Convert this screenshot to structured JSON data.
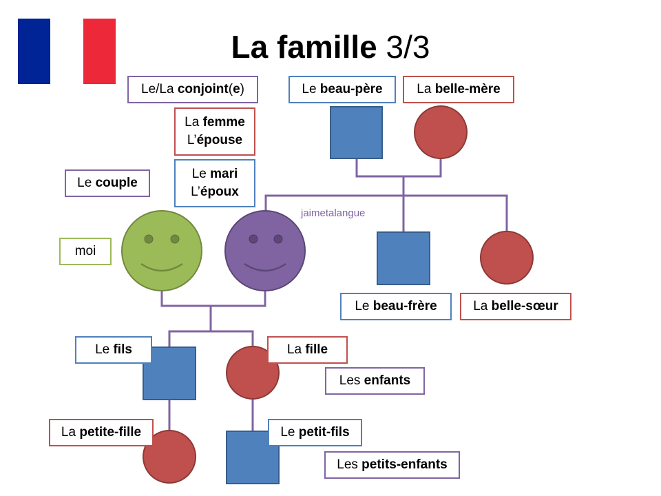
{
  "title": {
    "bold": "La famille",
    "rest": "3/3"
  },
  "watermark": "jaimetalangue",
  "colors": {
    "flag_blue": "#002395",
    "flag_white": "#ffffff",
    "flag_red": "#ed2939",
    "male": "#4f81bd",
    "female": "#c0504d",
    "me": "#9bbb59",
    "spouse": "#8064a2",
    "line": "#8064a2"
  },
  "labels": {
    "conjoint": {
      "lines": [
        [
          {
            "t": "Le/La "
          },
          {
            "t": "conjoint",
            "b": true
          },
          {
            "t": "("
          },
          {
            "t": "e",
            "b": true
          },
          {
            "t": ")"
          }
        ]
      ]
    },
    "femme_epouse": {
      "lines": [
        [
          {
            "t": "La "
          },
          {
            "t": "femme",
            "b": true
          }
        ],
        [
          {
            "t": "L’"
          },
          {
            "t": "épouse",
            "b": true
          }
        ]
      ]
    },
    "mari_epoux": {
      "lines": [
        [
          {
            "t": "Le "
          },
          {
            "t": "mari",
            "b": true
          }
        ],
        [
          {
            "t": "L’"
          },
          {
            "t": "époux",
            "b": true
          }
        ]
      ]
    },
    "couple": {
      "lines": [
        [
          {
            "t": "Le "
          },
          {
            "t": "couple",
            "b": true
          }
        ]
      ]
    },
    "moi": {
      "lines": [
        [
          {
            "t": "moi"
          }
        ]
      ]
    },
    "beau_pere": {
      "lines": [
        [
          {
            "t": "Le "
          },
          {
            "t": "beau-père",
            "b": true
          }
        ]
      ]
    },
    "belle_mere": {
      "lines": [
        [
          {
            "t": "La "
          },
          {
            "t": "belle-mère",
            "b": true
          }
        ]
      ]
    },
    "beau_frere": {
      "lines": [
        [
          {
            "t": "Le "
          },
          {
            "t": "beau-frère",
            "b": true
          }
        ]
      ]
    },
    "belle_soeur": {
      "lines": [
        [
          {
            "t": "La "
          },
          {
            "t": "belle-sœur",
            "b": true
          }
        ]
      ]
    },
    "fils": {
      "lines": [
        [
          {
            "t": "Le "
          },
          {
            "t": "fils",
            "b": true
          }
        ]
      ]
    },
    "fille": {
      "lines": [
        [
          {
            "t": "La "
          },
          {
            "t": "fille",
            "b": true
          }
        ]
      ]
    },
    "enfants": {
      "lines": [
        [
          {
            "t": "Les "
          },
          {
            "t": "enfants",
            "b": true
          }
        ]
      ]
    },
    "petite_fille": {
      "lines": [
        [
          {
            "t": "La "
          },
          {
            "t": "petite-fille",
            "b": true
          }
        ]
      ]
    },
    "petit_fils": {
      "lines": [
        [
          {
            "t": "Le "
          },
          {
            "t": "petit-fils",
            "b": true
          }
        ]
      ]
    },
    "petits_enfants": {
      "lines": [
        [
          {
            "t": "Les "
          },
          {
            "t": "petits-enfants",
            "b": true
          }
        ]
      ]
    }
  }
}
